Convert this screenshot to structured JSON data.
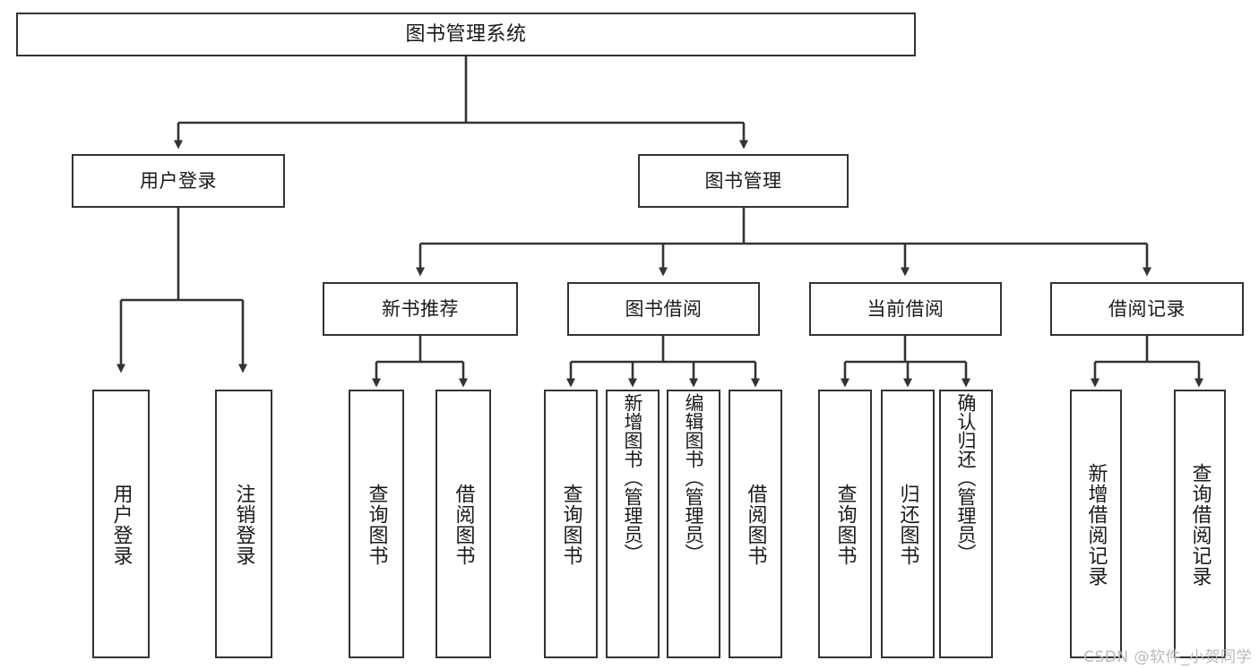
{
  "diagram": {
    "type": "tree-hierarchy",
    "title": "图书管理系统",
    "root": {
      "label": "图书管理系统"
    },
    "level1": [
      {
        "label": "用户登录"
      },
      {
        "label": "图书管理"
      }
    ],
    "level2": [
      {
        "label": "新书推荐"
      },
      {
        "label": "图书借阅"
      },
      {
        "label": "当前借阅"
      },
      {
        "label": "借阅记录"
      }
    ],
    "leaves": {
      "user_login": [
        {
          "label": "用户登录"
        },
        {
          "label": "注销登录"
        }
      ],
      "new_book_recommend": [
        {
          "label": "查询图书"
        },
        {
          "label": "借阅图书"
        }
      ],
      "book_borrow": [
        {
          "label": "查询图书"
        },
        {
          "label": "新增图书（管理员）"
        },
        {
          "label": "编辑图书（管理员）"
        },
        {
          "label": "借阅图书"
        }
      ],
      "current_borrow": [
        {
          "label": "查询图书"
        },
        {
          "label": "归还图书"
        },
        {
          "label": "确认归还（管理员）"
        }
      ],
      "borrow_record": [
        {
          "label": "新增借阅记录"
        },
        {
          "label": "查询借阅记录"
        }
      ]
    }
  },
  "watermark": {
    "text": "CSDN @软件_小贺同学"
  },
  "colors": {
    "stroke": "#333333",
    "background": "#ffffff",
    "text": "#1a1a1a",
    "watermark": "#b9b9b9"
  }
}
